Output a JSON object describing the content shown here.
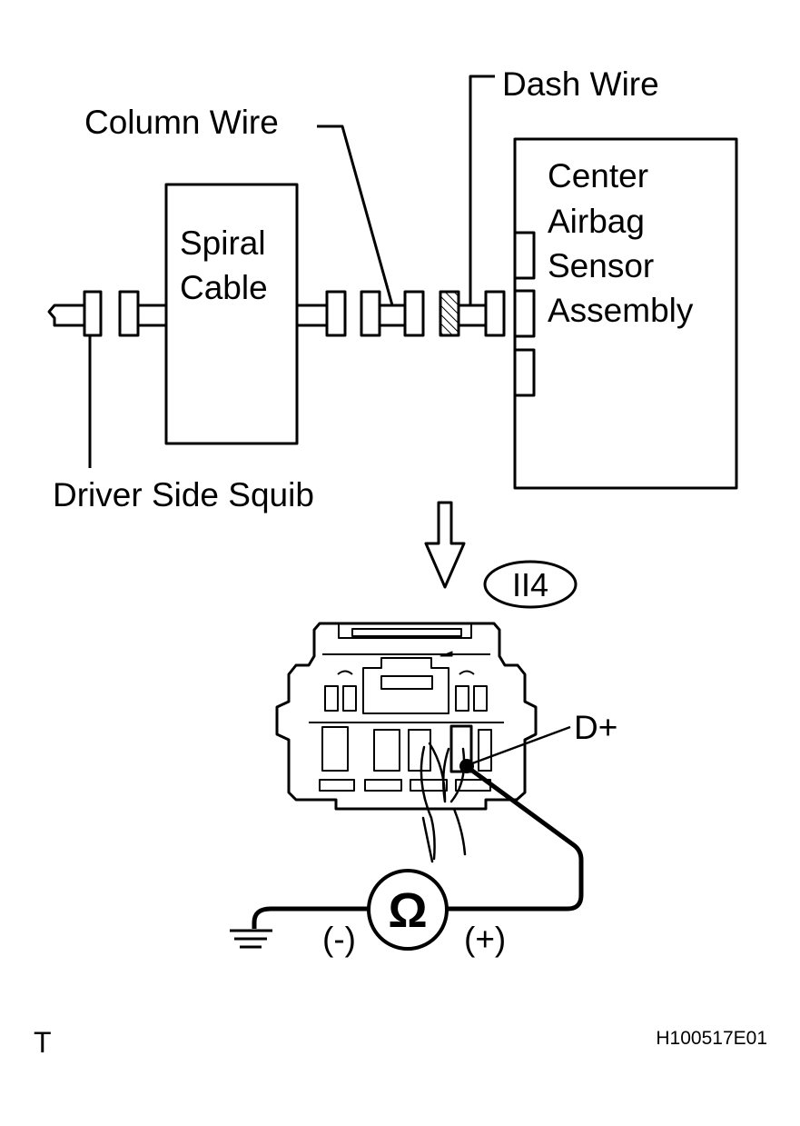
{
  "labels": {
    "dash_wire": "Dash Wire",
    "column_wire": "Column Wire",
    "spiral_cable_line1": "Spiral",
    "spiral_cable_line2": "Cable",
    "center_line1": "Center",
    "center_line2": "Airbag",
    "center_line3": "Sensor",
    "center_line4": "Assembly",
    "driver_side_squib": "Driver Side Squib",
    "connector_code": "II4",
    "terminal": "D+",
    "ohm_symbol": "Ω",
    "negative": "(-)",
    "positive": "(+)",
    "corner_mark": "T",
    "figure_id": "H100517E01"
  },
  "colors": {
    "line": "#000000",
    "background": "#ffffff"
  }
}
